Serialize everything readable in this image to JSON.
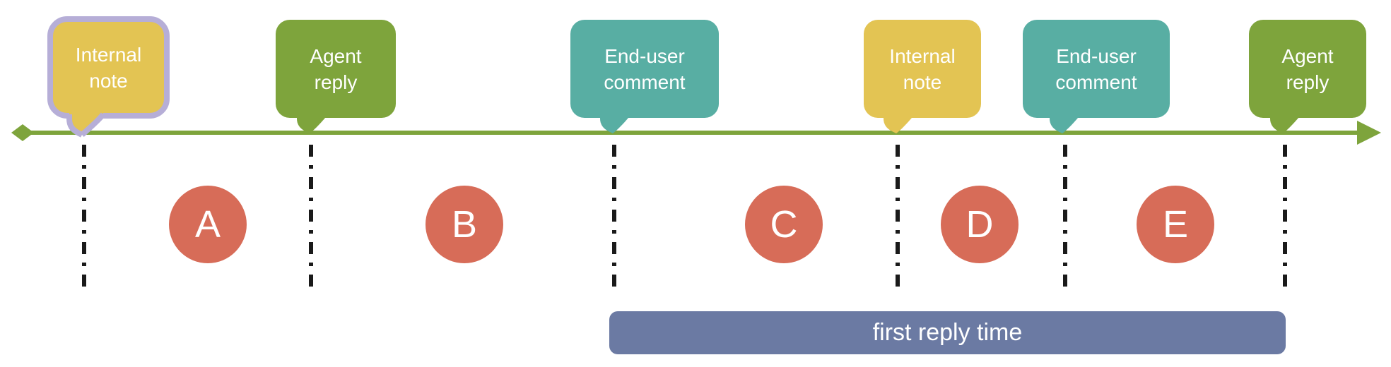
{
  "diagram": {
    "description_colors": {
      "timeline_green": "#7EA43C",
      "bubble_yellow": "#E3C453",
      "bubble_green": "#7EA43C",
      "bubble_teal": "#58AEA3",
      "outline_lavender": "#B6AED7",
      "marker_salmon": "#D76C58",
      "span_bar_slate": "#6B7AA3",
      "divider_black": "#1A1A1A",
      "text_white": "#FFFFFF"
    }
  },
  "bubbles": [
    {
      "label": "Internal note",
      "type": "internal-note",
      "lines": [
        "Internal",
        "note"
      ],
      "color": "#E3C453",
      "outlined": true,
      "outline_color": "#B6AED7"
    },
    {
      "label": "Agent reply",
      "type": "agent-reply",
      "lines": [
        "Agent",
        "reply"
      ],
      "color": "#7EA43C",
      "outlined": false
    },
    {
      "label": "End-user comment",
      "type": "end-user-comment",
      "lines": [
        "End-user",
        "comment"
      ],
      "color": "#58AEA3",
      "outlined": false
    },
    {
      "label": "Internal note",
      "type": "internal-note",
      "lines": [
        "Internal",
        "note"
      ],
      "color": "#E3C453",
      "outlined": false
    },
    {
      "label": "End-user comment",
      "type": "end-user-comment",
      "lines": [
        "End-user",
        "comment"
      ],
      "color": "#58AEA3",
      "outlined": false
    },
    {
      "label": "Agent reply",
      "type": "agent-reply",
      "lines": [
        "Agent",
        "reply"
      ],
      "color": "#7EA43C",
      "outlined": false
    }
  ],
  "interval_markers": [
    "A",
    "B",
    "C",
    "D",
    "E"
  ],
  "span_bar": {
    "label": "first reply time",
    "color": "#6B7AA3"
  },
  "colors": {
    "timeline": "#7EA43C",
    "divider": "#1A1A1A"
  }
}
